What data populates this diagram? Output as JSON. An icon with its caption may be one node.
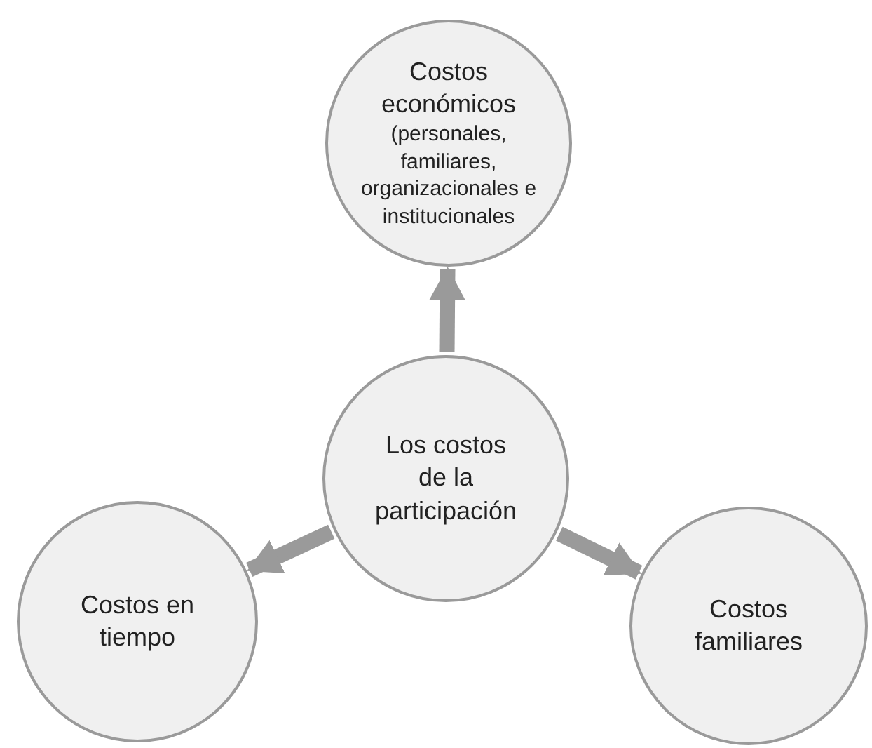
{
  "diagram": {
    "nodes": [
      {
        "text": [
          "Costos económicos",
          "(personales, familiares, organizacionales e institucionales"
        ]
      },
      {
        "text": [
          "Los costos de la participación"
        ]
      },
      {
        "text": [
          "Costos en tiempo"
        ]
      },
      {
        "text": [
          "Costos familiares"
        ]
      }
    ],
    "edges": [
      {
        "from": 1,
        "to": 0,
        "arrow": "to"
      },
      {
        "from": 1,
        "to": 2,
        "arrow": "to"
      },
      {
        "from": 1,
        "to": 3,
        "arrow": "to"
      }
    ]
  }
}
